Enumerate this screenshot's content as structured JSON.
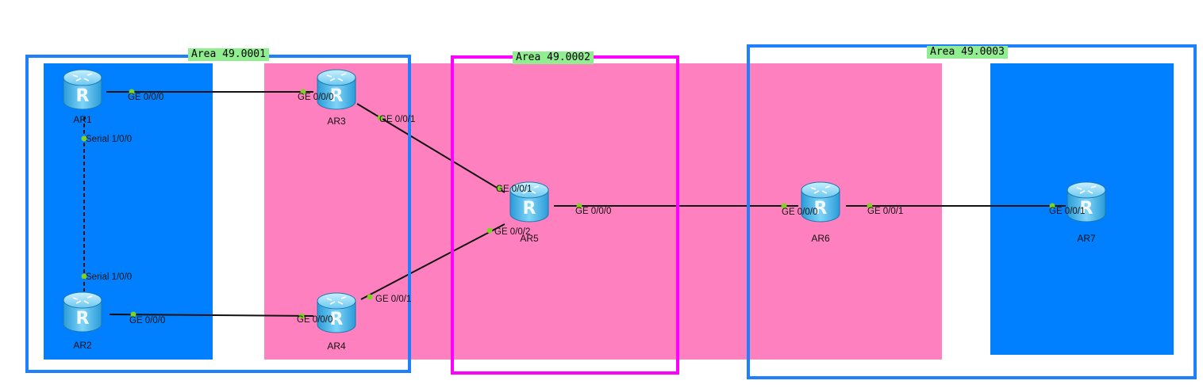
{
  "areas": [
    {
      "id": "area1",
      "label": "Area 49.0001",
      "border_color": "#1e7fff"
    },
    {
      "id": "area2",
      "label": "Area 49.0002",
      "border_color": "#ff00ff"
    },
    {
      "id": "area3",
      "label": "Area 49.0003",
      "border_color": "#1e7fff"
    }
  ],
  "routers": [
    {
      "id": "ar1",
      "name": "AR1"
    },
    {
      "id": "ar2",
      "name": "AR2"
    },
    {
      "id": "ar3",
      "name": "AR3"
    },
    {
      "id": "ar4",
      "name": "AR4"
    },
    {
      "id": "ar5",
      "name": "AR5"
    },
    {
      "id": "ar6",
      "name": "AR6"
    },
    {
      "id": "ar7",
      "name": "AR7"
    }
  ],
  "ports": {
    "ar1_ge000": "GE 0/0/0",
    "ar1_s100": "Serial 1/0/0",
    "ar2_s100": "Serial 1/0/0",
    "ar2_ge000": "GE 0/0/0",
    "ar3_ge000": "GE 0/0/0",
    "ar3_ge001": "GE 0/0/1",
    "ar4_ge000": "GE 0/0/0",
    "ar4_ge001": "GE 0/0/1",
    "ar5_ge001": "GE 0/0/1",
    "ar5_ge002": "GE 0/0/2",
    "ar5_ge000": "GE 0/0/0",
    "ar6_ge000": "GE 0/0/0",
    "ar6_ge001": "GE 0/0/1",
    "ar7_ge001": "GE 0/0/1"
  },
  "colors": {
    "blue_fill": "#0080ff",
    "pink_fill": "#ff80bf",
    "label_bg": "#90ee90",
    "port_dot": "#7ed321",
    "link": "#111111",
    "router_body": "#3fb0e8"
  },
  "icons": {
    "router": "router-icon"
  }
}
